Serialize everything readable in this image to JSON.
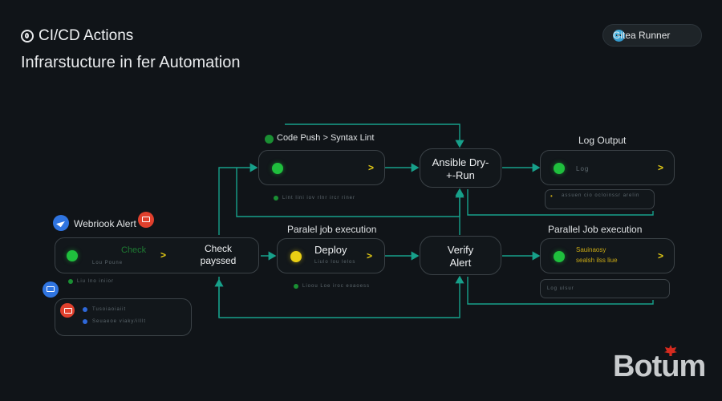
{
  "header": {
    "title": "CI/CD Actions",
    "subtitle": "Infrarstucture in fer Automation",
    "runner_badge": "Gitea Runner"
  },
  "flow": {
    "code_push": {
      "label": "Code Push > Syntax Lint",
      "box_log": "Lint  lini  iov  rlnr  ircr  riner"
    },
    "ansible": {
      "label_line1": "Ansible Dry-",
      "label_line2": "+-Run"
    },
    "log_output": {
      "label": "Log Output",
      "box_text": "Log",
      "log_line": "assuen  cio  ocloinssr  arelin"
    },
    "webhook": {
      "label": "Webriook Alert",
      "box_text": "Check",
      "box_log": "Lou  Poune"
    },
    "check": {
      "line1": "Check",
      "line2": "payssed",
      "log": "Liu  lno  iniior"
    },
    "parallel_left": {
      "label": "Paralel job execution"
    },
    "deploy": {
      "label": "Deploy",
      "box_log": "Liulo  lou  lelos",
      "log": "Lioou  Loe  iroc  eoaoess"
    },
    "verify": {
      "line1": "Verify",
      "line2": "Alert"
    },
    "parallel_right": {
      "label": "Parallel Job execution",
      "box_log_1": "Sauinaosy",
      "box_log_2": "sealsh ilss  liue",
      "log": "Log  ulsur"
    },
    "notifications": {
      "item1": "Tusoiaoiaiit",
      "item2": "Seuaeoe  viaky/illlt"
    }
  },
  "brand": {
    "name": "Botum"
  },
  "colors": {
    "background": "#101418",
    "wire": "#17a08a",
    "status_ok": "#1fbf3d",
    "status_running": "#e9cf14"
  }
}
